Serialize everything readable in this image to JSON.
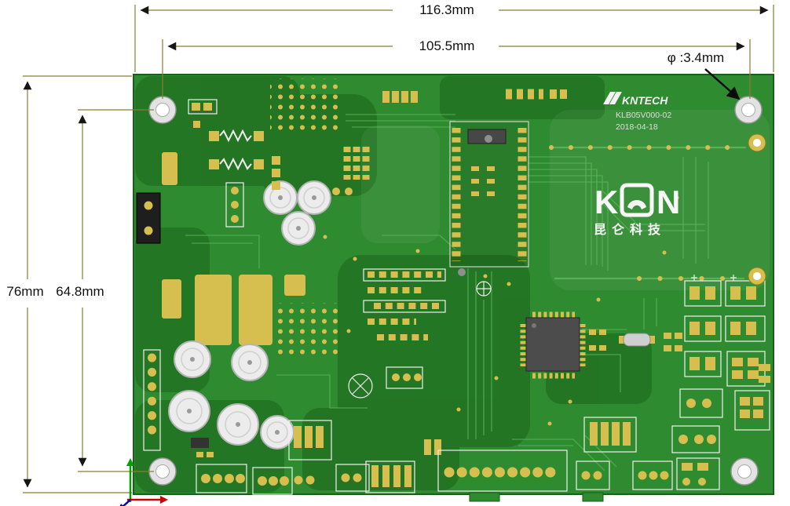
{
  "dimensions": {
    "overall_width": "116.3mm",
    "inner_width": "105.5mm",
    "overall_height": "76mm",
    "inner_height": "64.8mm",
    "hole_diameter": "φ :3.4mm"
  },
  "board": {
    "brand": "KNTECH",
    "model": "KLB05V000-02",
    "date": "2018-04-18",
    "logo_k": "K",
    "logo_n": "N",
    "logo_cn": "昆仑科技"
  },
  "colors": {
    "board-green": "#2f8b2f",
    "pad-gold": "#d6bf4e",
    "silk-white": "#efefef",
    "dim-line": "#8a7d36",
    "trace-green": "#5cb85c",
    "axis-x": "#cc0000",
    "axis-y": "#00a000",
    "axis-z": "#0000cc"
  }
}
